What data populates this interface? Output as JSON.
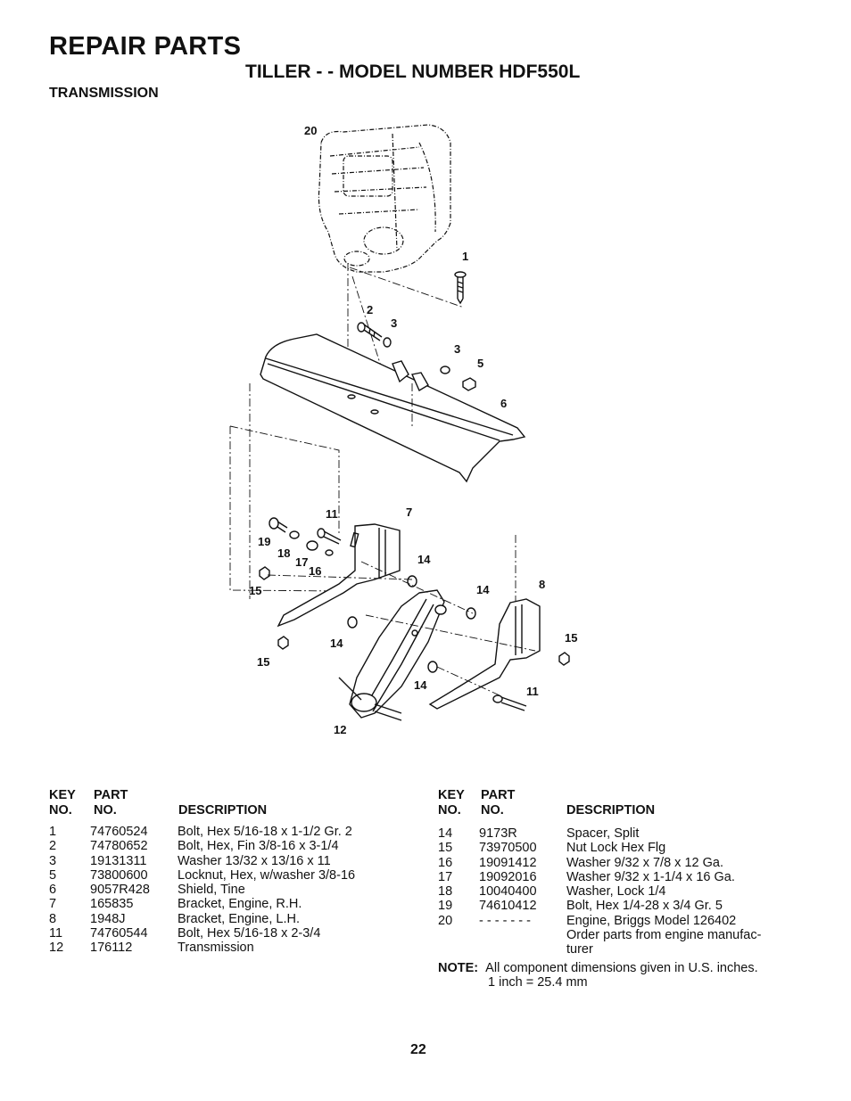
{
  "header": {
    "title": "REPAIR PARTS",
    "subtitle": "TILLER - - MODEL NUMBER HDF550L",
    "section": "TRANSMISSION"
  },
  "callouts": {
    "c20": "20",
    "c1": "1",
    "c2": "2",
    "c3a": "3",
    "c3b": "3",
    "c5": "5",
    "c6": "6",
    "c11a": "11",
    "c7": "7",
    "c19": "19",
    "c18": "18",
    "c17": "17",
    "c16": "16",
    "c14a": "14",
    "c15a": "15",
    "c14b": "14",
    "c8": "8",
    "c15b": "15",
    "c14c": "14",
    "c15c": "15",
    "c14d": "14",
    "c11b": "11",
    "c12": "12"
  },
  "parts_table": {
    "headers": {
      "key1": "KEY",
      "key2": "NO.",
      "part1": "PART",
      "part2": "NO.",
      "desc": "DESCRIPTION"
    },
    "left": [
      {
        "key": "1",
        "part": "74760524",
        "desc": "Bolt, Hex  5/16-18 x 1-1/2 Gr. 2"
      },
      {
        "key": "2",
        "part": "74780652",
        "desc": "Bolt, Hex, Fin   3/8-16 x 3-1/4"
      },
      {
        "key": "3",
        "part": "19131311",
        "desc": "Washer  13/32 x 13/16 x 11"
      },
      {
        "key": "5",
        "part": "73800600",
        "desc": "Locknut, Hex, w/washer  3/8-16"
      },
      {
        "key": "6",
        "part": "9057R428",
        "desc": "Shield, Tine"
      },
      {
        "key": "7",
        "part": "165835",
        "desc": "Bracket, Engine, R.H."
      },
      {
        "key": "8",
        "part": "1948J",
        "desc": "Bracket, Engine, L.H."
      },
      {
        "key": "11",
        "part": "74760544",
        "desc": "Bolt, Hex  5/16-18 x 2-3/4"
      },
      {
        "key": "12",
        "part": "176112",
        "desc": "Transmission"
      }
    ],
    "right": [
      {
        "key": "14",
        "part": "9173R",
        "desc": "Spacer, Split"
      },
      {
        "key": "15",
        "part": "73970500",
        "desc": "Nut Lock Hex Flg"
      },
      {
        "key": "16",
        "part": "19091412",
        "desc": "Washer  9/32 x 7/8 x 12 Ga."
      },
      {
        "key": "17",
        "part": "19092016",
        "desc": "Washer  9/32 x 1-1/4 x 16 Ga."
      },
      {
        "key": "18",
        "part": "10040400",
        "desc": "Washer, Lock  1/4"
      },
      {
        "key": "19",
        "part": "74610412",
        "desc": "Bolt, Hex  1/4-28 x 3/4 Gr. 5"
      },
      {
        "key": "20",
        "part": "- - - - - - -",
        "desc": "Engine, Briggs Model 126402"
      }
    ],
    "right_continuation": [
      "Order parts from engine manufac-",
      "turer"
    ]
  },
  "note": {
    "label": "NOTE:",
    "line1": "All component dimensions given in U.S. inches.",
    "line2": "1 inch = 25.4 mm"
  },
  "page_number": "22"
}
